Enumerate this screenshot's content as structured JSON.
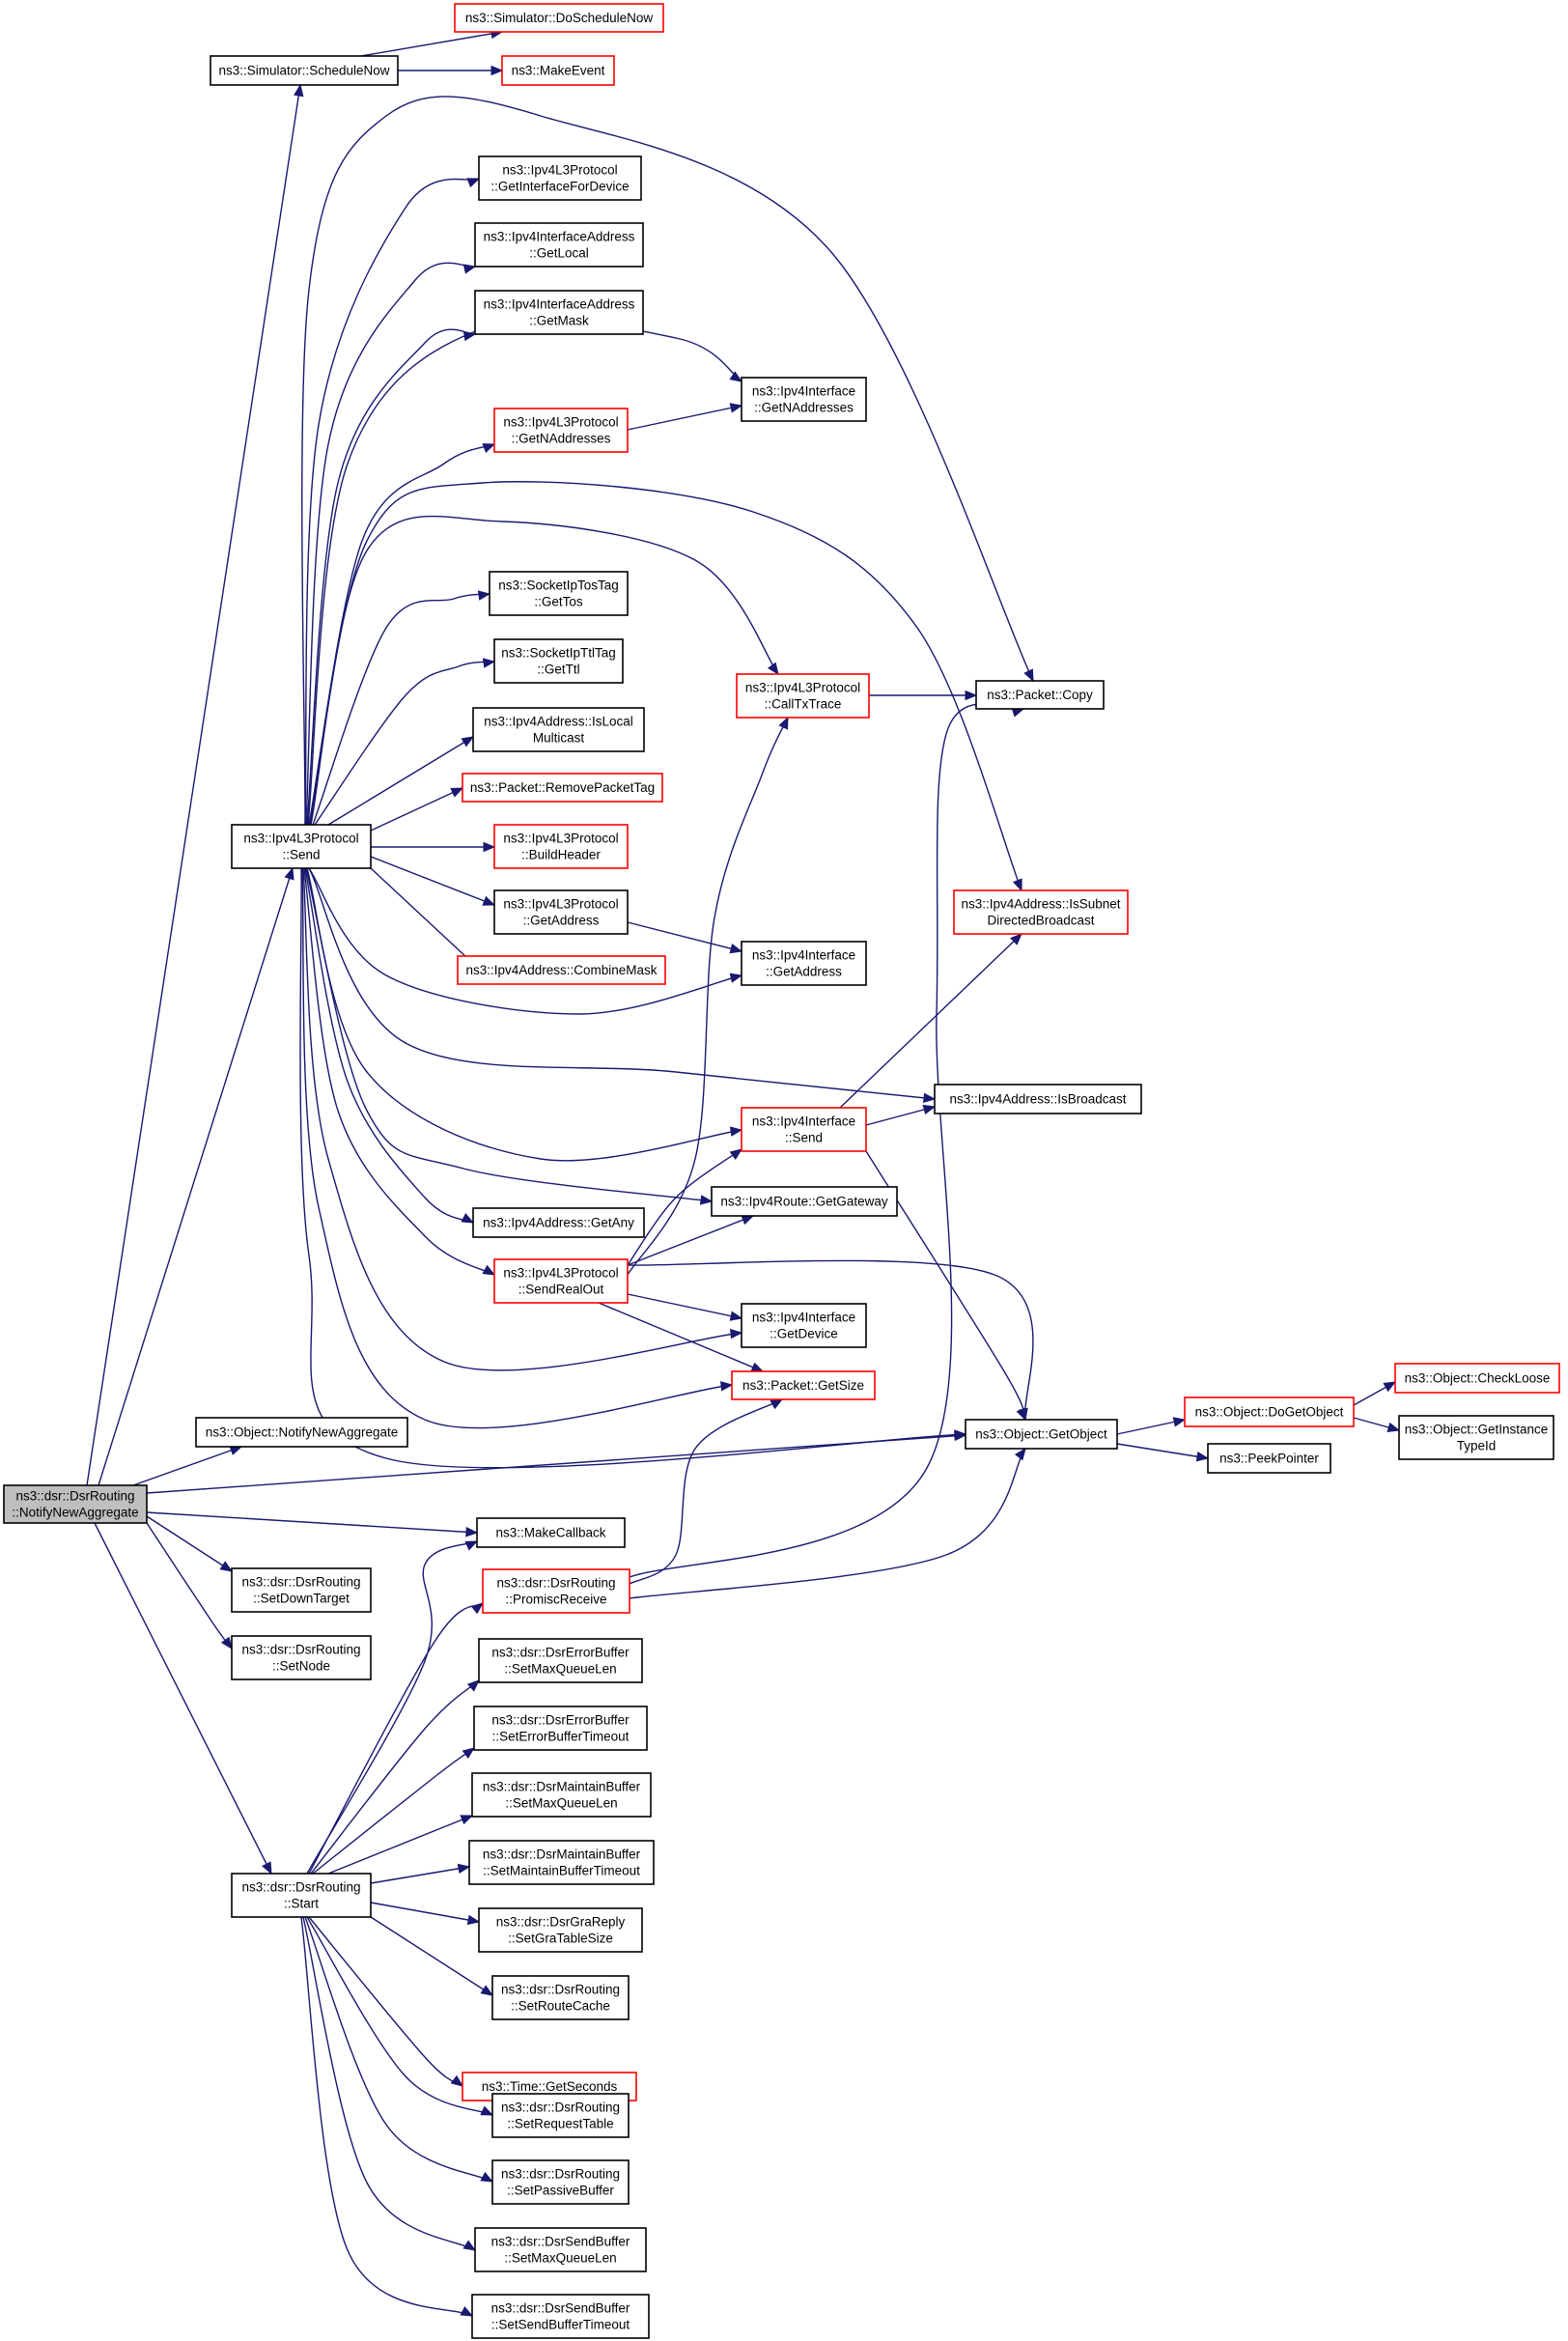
{
  "diagram": {
    "title": "",
    "colors": {
      "edge": "#191970",
      "node_border": "#000000",
      "truncated_node_border": "#ff0000",
      "root_fill": "#bfbfbf"
    },
    "nodes": [
      {
        "id": "root",
        "lines": [
          "ns3::dsr::DsrRouting",
          "::NotifyNewAggregate"
        ],
        "style": "root"
      },
      {
        "id": "sched",
        "lines": [
          "ns3::Simulator::ScheduleNow"
        ],
        "style": "normal"
      },
      {
        "id": "dosched",
        "lines": [
          "ns3::Simulator::DoScheduleNow"
        ],
        "style": "truncated"
      },
      {
        "id": "mkevent",
        "lines": [
          "ns3::MakeEvent"
        ],
        "style": "truncated"
      },
      {
        "id": "ifdev",
        "lines": [
          "ns3::Ipv4L3Protocol",
          "::GetInterfaceForDevice"
        ],
        "style": "normal"
      },
      {
        "id": "getlocal",
        "lines": [
          "ns3::Ipv4InterfaceAddress",
          "::GetLocal"
        ],
        "style": "normal"
      },
      {
        "id": "getmask",
        "lines": [
          "ns3::Ipv4InterfaceAddress",
          "::GetMask"
        ],
        "style": "normal"
      },
      {
        "id": "l3naddr",
        "lines": [
          "ns3::Ipv4L3Protocol",
          "::GetNAddresses"
        ],
        "style": "truncated"
      },
      {
        "id": "ifnaddr",
        "lines": [
          "ns3::Ipv4Interface",
          "::GetNAddresses"
        ],
        "style": "normal"
      },
      {
        "id": "gettos",
        "lines": [
          "ns3::SocketIpTosTag",
          "::GetTos"
        ],
        "style": "normal"
      },
      {
        "id": "getttl",
        "lines": [
          "ns3::SocketIpTtlTag",
          "::GetTtl"
        ],
        "style": "normal"
      },
      {
        "id": "calltx",
        "lines": [
          "ns3::Ipv4L3Protocol",
          "::CallTxTrace"
        ],
        "style": "truncated"
      },
      {
        "id": "pcopy",
        "lines": [
          "ns3::Packet::Copy"
        ],
        "style": "normal"
      },
      {
        "id": "islocalmc",
        "lines": [
          "ns3::Ipv4Address::IsLocal",
          "Multicast"
        ],
        "style": "normal"
      },
      {
        "id": "rmtag",
        "lines": [
          "ns3::Packet::RemovePacketTag"
        ],
        "style": "truncated"
      },
      {
        "id": "send",
        "lines": [
          "ns3::Ipv4L3Protocol",
          "::Send"
        ],
        "style": "normal"
      },
      {
        "id": "buildhdr",
        "lines": [
          "ns3::Ipv4L3Protocol",
          "::BuildHeader"
        ],
        "style": "truncated"
      },
      {
        "id": "issubnet",
        "lines": [
          "ns3::Ipv4Address::IsSubnet",
          "DirectedBroadcast"
        ],
        "style": "truncated"
      },
      {
        "id": "l3getaddr",
        "lines": [
          "ns3::Ipv4L3Protocol",
          "::GetAddress"
        ],
        "style": "normal"
      },
      {
        "id": "ifgetaddr",
        "lines": [
          "ns3::Ipv4Interface",
          "::GetAddress"
        ],
        "style": "normal"
      },
      {
        "id": "combmask",
        "lines": [
          "ns3::Ipv4Address::CombineMask"
        ],
        "style": "truncated"
      },
      {
        "id": "isbcast",
        "lines": [
          "ns3::Ipv4Address::IsBroadcast"
        ],
        "style": "normal"
      },
      {
        "id": "ifsend",
        "lines": [
          "ns3::Ipv4Interface",
          "::Send"
        ],
        "style": "truncated"
      },
      {
        "id": "getany",
        "lines": [
          "ns3::Ipv4Address::GetAny"
        ],
        "style": "normal"
      },
      {
        "id": "getgw",
        "lines": [
          "ns3::Ipv4Route::GetGateway"
        ],
        "style": "normal"
      },
      {
        "id": "sro",
        "lines": [
          "ns3::Ipv4L3Protocol",
          "::SendRealOut"
        ],
        "style": "truncated"
      },
      {
        "id": "getdev",
        "lines": [
          "ns3::Ipv4Interface",
          "::GetDevice"
        ],
        "style": "normal"
      },
      {
        "id": "getsize",
        "lines": [
          "ns3::Packet::GetSize"
        ],
        "style": "truncated"
      },
      {
        "id": "checkloose",
        "lines": [
          "ns3::Object::CheckLoose"
        ],
        "style": "truncated"
      },
      {
        "id": "dogetobj",
        "lines": [
          "ns3::Object::DoGetObject"
        ],
        "style": "truncated"
      },
      {
        "id": "notifynew",
        "lines": [
          "ns3::Object::NotifyNewAggregate"
        ],
        "style": "normal"
      },
      {
        "id": "getobject",
        "lines": [
          "ns3::Object::GetObject"
        ],
        "style": "normal"
      },
      {
        "id": "instid",
        "lines": [
          "ns3::Object::GetInstance",
          "TypeId"
        ],
        "style": "normal"
      },
      {
        "id": "peekptr",
        "lines": [
          "ns3::PeekPointer"
        ],
        "style": "normal"
      },
      {
        "id": "mkcb",
        "lines": [
          "ns3::MakeCallback"
        ],
        "style": "normal"
      },
      {
        "id": "promisc",
        "lines": [
          "ns3::dsr::DsrRouting",
          "::PromiscReceive"
        ],
        "style": "truncated"
      },
      {
        "id": "setdown",
        "lines": [
          "ns3::dsr::DsrRouting",
          "::SetDownTarget"
        ],
        "style": "normal"
      },
      {
        "id": "setnode",
        "lines": [
          "ns3::dsr::DsrRouting",
          "::SetNode"
        ],
        "style": "normal"
      },
      {
        "id": "errmaxq",
        "lines": [
          "ns3::dsr::DsrErrorBuffer",
          "::SetMaxQueueLen"
        ],
        "style": "normal"
      },
      {
        "id": "errto",
        "lines": [
          "ns3::dsr::DsrErrorBuffer",
          "::SetErrorBufferTimeout"
        ],
        "style": "normal"
      },
      {
        "id": "mntmaxq",
        "lines": [
          "ns3::dsr::DsrMaintainBuffer",
          "::SetMaxQueueLen"
        ],
        "style": "normal"
      },
      {
        "id": "mntto",
        "lines": [
          "ns3::dsr::DsrMaintainBuffer",
          "::SetMaintainBufferTimeout"
        ],
        "style": "normal"
      },
      {
        "id": "start",
        "lines": [
          "ns3::dsr::DsrRouting",
          "::Start"
        ],
        "style": "normal"
      },
      {
        "id": "gratbl",
        "lines": [
          "ns3::dsr::DsrGraReply",
          "::SetGraTableSize"
        ],
        "style": "normal"
      },
      {
        "id": "routecache",
        "lines": [
          "ns3::dsr::DsrRouting",
          "::SetRouteCache"
        ],
        "style": "normal"
      },
      {
        "id": "getsec",
        "lines": [
          "ns3::Time::GetSeconds"
        ],
        "style": "truncated"
      },
      {
        "id": "reqtbl",
        "lines": [
          "ns3::dsr::DsrRouting",
          "::SetRequestTable"
        ],
        "style": "normal"
      },
      {
        "id": "passive",
        "lines": [
          "ns3::dsr::DsrRouting",
          "::SetPassiveBuffer"
        ],
        "style": "normal"
      },
      {
        "id": "sndmaxq",
        "lines": [
          "ns3::dsr::DsrSendBuffer",
          "::SetMaxQueueLen"
        ],
        "style": "normal"
      },
      {
        "id": "sndto",
        "lines": [
          "ns3::dsr::DsrSendBuffer",
          "::SetSendBufferTimeout"
        ],
        "style": "normal"
      }
    ],
    "edges": [
      [
        "root",
        "sched"
      ],
      [
        "root",
        "send"
      ],
      [
        "root",
        "notifynew"
      ],
      [
        "root",
        "getobject"
      ],
      [
        "root",
        "mkcb"
      ],
      [
        "root",
        "setdown"
      ],
      [
        "root",
        "setnode"
      ],
      [
        "root",
        "start"
      ],
      [
        "sched",
        "dosched"
      ],
      [
        "sched",
        "mkevent"
      ],
      [
        "send",
        "pcopy"
      ],
      [
        "send",
        "ifdev"
      ],
      [
        "send",
        "getlocal"
      ],
      [
        "send",
        "getmask"
      ],
      [
        "send",
        "ifnaddr"
      ],
      [
        "send",
        "l3naddr"
      ],
      [
        "send",
        "issubnet"
      ],
      [
        "send",
        "calltx"
      ],
      [
        "send",
        "gettos"
      ],
      [
        "send",
        "getttl"
      ],
      [
        "send",
        "islocalmc"
      ],
      [
        "send",
        "rmtag"
      ],
      [
        "send",
        "buildhdr"
      ],
      [
        "send",
        "l3getaddr"
      ],
      [
        "send",
        "combmask"
      ],
      [
        "send",
        "ifgetaddr"
      ],
      [
        "send",
        "isbcast"
      ],
      [
        "send",
        "ifsend"
      ],
      [
        "send",
        "getgw"
      ],
      [
        "send",
        "getany"
      ],
      [
        "send",
        "sro"
      ],
      [
        "send",
        "getdev"
      ],
      [
        "send",
        "getsize"
      ],
      [
        "send",
        "getobject"
      ],
      [
        "l3naddr",
        "ifnaddr"
      ],
      [
        "calltx",
        "pcopy"
      ],
      [
        "l3getaddr",
        "ifgetaddr"
      ],
      [
        "ifsend",
        "issubnet"
      ],
      [
        "ifsend",
        "isbcast"
      ],
      [
        "ifsend",
        "getobject"
      ],
      [
        "sro",
        "calltx"
      ],
      [
        "sro",
        "ifsend"
      ],
      [
        "sro",
        "getgw"
      ],
      [
        "sro",
        "getdev"
      ],
      [
        "sro",
        "getsize"
      ],
      [
        "sro",
        "getobject"
      ],
      [
        "getobject",
        "dogetobj"
      ],
      [
        "getobject",
        "peekptr"
      ],
      [
        "dogetobj",
        "checkloose"
      ],
      [
        "dogetobj",
        "instid"
      ],
      [
        "promisc",
        "getsize"
      ],
      [
        "promisc",
        "pcopy"
      ],
      [
        "promisc",
        "getobject"
      ],
      [
        "start",
        "mkcb"
      ],
      [
        "start",
        "promisc"
      ],
      [
        "start",
        "errmaxq"
      ],
      [
        "start",
        "errto"
      ],
      [
        "start",
        "mntmaxq"
      ],
      [
        "start",
        "mntto"
      ],
      [
        "start",
        "gratbl"
      ],
      [
        "start",
        "routecache"
      ],
      [
        "start",
        "getsec"
      ],
      [
        "start",
        "reqtbl"
      ],
      [
        "start",
        "passive"
      ],
      [
        "start",
        "sndmaxq"
      ],
      [
        "start",
        "sndto"
      ]
    ]
  }
}
